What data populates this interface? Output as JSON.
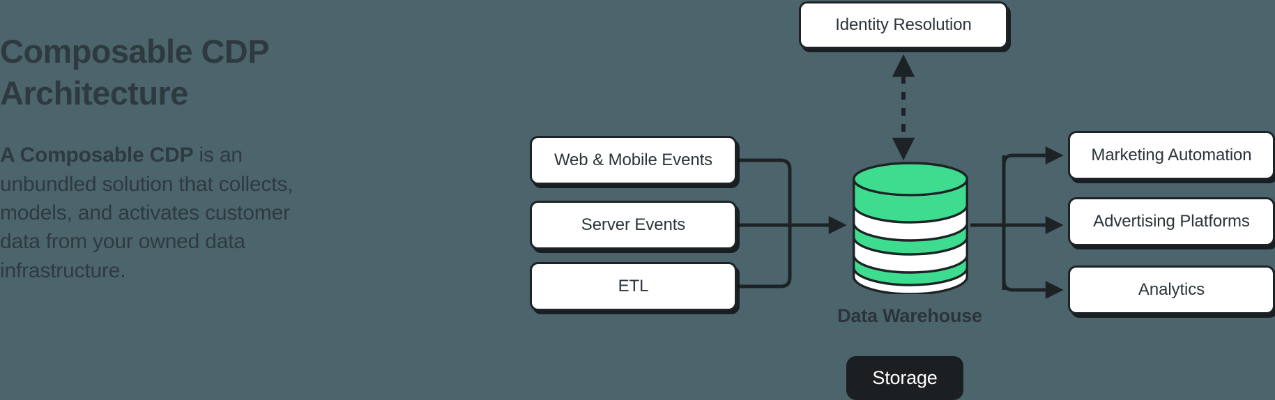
{
  "page": {
    "background_color": "#4c656c",
    "ink_color": "#2b343a",
    "accent_green": "#3ddc8f",
    "node_fill": "#ffffff",
    "node_border": "#1d2226",
    "badge_fill": "#1b1f22"
  },
  "intro": {
    "headline": "Composable CDP\nArchitecture",
    "lead": "A Composable CDP",
    "body": " is an unbundled solution that collects, models, and activates customer data from your owned data infrastructure."
  },
  "diagram": {
    "identity": {
      "label": "Identity Resolution"
    },
    "sources": [
      {
        "label": "Web & Mobile Events"
      },
      {
        "label": "Server Events"
      },
      {
        "label": "ETL"
      }
    ],
    "warehouse": {
      "label": "Data Warehouse",
      "storage_badge": "Storage"
    },
    "destinations": [
      {
        "label": "Marketing Automation"
      },
      {
        "label": "Advertising Platforms"
      },
      {
        "label": "Analytics"
      }
    ],
    "connectors": [
      {
        "name": "sources-to-warehouse",
        "style": "solid",
        "direction": "one-way"
      },
      {
        "name": "warehouse-to-destinations",
        "style": "solid",
        "direction": "one-way"
      },
      {
        "name": "identity-to-warehouse",
        "style": "dashed",
        "direction": "two-way"
      }
    ]
  }
}
